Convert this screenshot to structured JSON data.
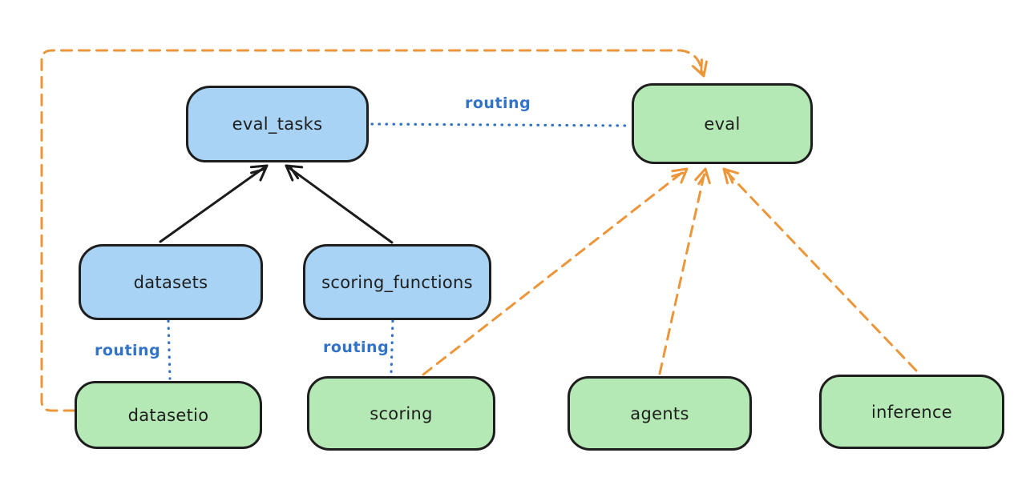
{
  "nodes": [
    {
      "id": "eval_tasks",
      "label": "eval_tasks",
      "kind": "registry"
    },
    {
      "id": "eval",
      "label": "eval",
      "kind": "provider"
    },
    {
      "id": "datasets",
      "label": "datasets",
      "kind": "registry"
    },
    {
      "id": "scoring_functions",
      "label": "scoring_functions",
      "kind": "registry"
    },
    {
      "id": "datasetio",
      "label": "datasetio",
      "kind": "provider"
    },
    {
      "id": "scoring",
      "label": "scoring",
      "kind": "provider"
    },
    {
      "id": "agents",
      "label": "agents",
      "kind": "provider"
    },
    {
      "id": "inference",
      "label": "inference",
      "kind": "provider"
    }
  ],
  "edges": [
    {
      "from": "datasets",
      "to": "eval_tasks",
      "style": "solid-arrow",
      "color": "black"
    },
    {
      "from": "scoring_functions",
      "to": "eval_tasks",
      "style": "solid-arrow",
      "color": "black"
    },
    {
      "from": "eval_tasks",
      "to": "eval",
      "style": "dotted",
      "color": "blue",
      "label": "routing"
    },
    {
      "from": "datasets",
      "to": "datasetio",
      "style": "dotted",
      "color": "blue",
      "label": "routing"
    },
    {
      "from": "scoring_functions",
      "to": "scoring",
      "style": "dotted",
      "color": "blue",
      "label": "routing"
    },
    {
      "from": "datasetio",
      "to": "eval",
      "style": "dashed-arrow",
      "color": "orange"
    },
    {
      "from": "scoring",
      "to": "eval",
      "style": "dashed-arrow",
      "color": "orange"
    },
    {
      "from": "agents",
      "to": "eval",
      "style": "dashed-arrow",
      "color": "orange"
    },
    {
      "from": "inference",
      "to": "eval",
      "style": "dashed-arrow",
      "color": "orange"
    }
  ],
  "colors": {
    "registry_node_fill": "#a8d3f4",
    "provider_node_fill": "#b4e8b4",
    "node_border": "#1e1e1e",
    "routing_blue": "#3273c8",
    "provider_orange": "#ec963a",
    "solid_black": "#1b1b1b",
    "canvas_bg": "#ffffff"
  }
}
